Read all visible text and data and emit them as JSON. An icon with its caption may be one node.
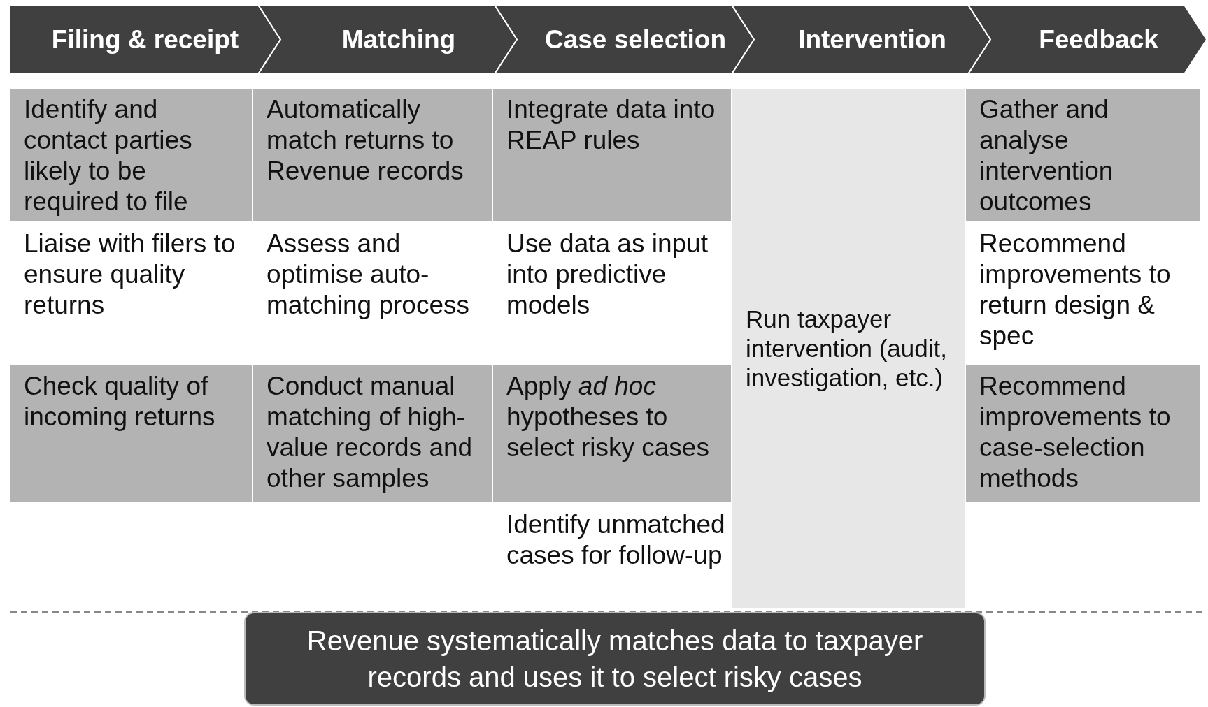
{
  "diagram": {
    "nodes": [
      {
        "text": [
          "Filing & receipt"
        ]
      },
      {
        "text": [
          "Matching"
        ]
      },
      {
        "text": [
          "Case selection"
        ]
      },
      {
        "text": [
          "Intervention"
        ]
      },
      {
        "text": [
          "Feedback"
        ]
      },
      {
        "text": [
          "Identify and contact parties likely to be required to file"
        ]
      },
      {
        "text": [
          "Automatically match returns to Revenue records"
        ]
      },
      {
        "text": [
          "Integrate data into REAP rules"
        ]
      },
      {
        "text": [
          "Run taxpayer intervention (audit, investigation, etc.)"
        ]
      },
      {
        "text": [
          "Gather and analyse intervention outcomes"
        ]
      },
      {
        "text": [
          "Liaise with filers to ensure quality returns"
        ]
      },
      {
        "text": [
          "Assess and optimise auto-matching process"
        ]
      },
      {
        "text": [
          "Use data as input into predictive models"
        ]
      },
      {
        "text": [
          "Recommend improvements to return design & spec"
        ]
      },
      {
        "text": [
          "Check quality of incoming returns"
        ]
      },
      {
        "text": [
          "Conduct manual matching of high-value records and other samples"
        ]
      },
      {
        "text": [
          "Apply *ad hoc* hypotheses to select risky cases"
        ]
      },
      {
        "text": [
          "Recommend improvements to case-selection methods"
        ]
      },
      {
        "text": [
          "Identify unmatched cases for follow-up"
        ]
      },
      {
        "text": [
          "Revenue systematically matches data to taxpayer records and uses it to select risky cases"
        ]
      }
    ],
    "edges": []
  }
}
